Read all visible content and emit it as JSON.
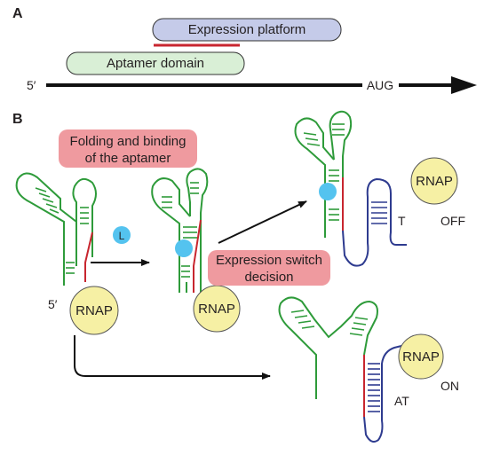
{
  "panel_a": {
    "label": "A",
    "expression_platform": "Expression platform",
    "aptamer_domain": "Aptamer domain",
    "five_prime": "5′",
    "start_codon": "AUG"
  },
  "panel_b": {
    "label": "B",
    "folding_line1": "Folding and binding",
    "folding_line2": "of the aptamer",
    "switch_line1": "Expression switch",
    "switch_line2": "decision",
    "five_prime": "5′",
    "ligand": "L",
    "rnap": "RNAP",
    "terminator": "T",
    "antiterminator": "AT",
    "off_state": "OFF",
    "on_state": "ON"
  },
  "colors": {
    "aptamer_green": "#2e9b3a",
    "platform_red": "#c8262f",
    "platform_blue": "#2e3b8f",
    "expression_box": "#c5cbe9",
    "aptamer_box": "#d9efd6",
    "callout_pink": "#ef9a9f",
    "rnap_fill": "#f6f0a4",
    "ligand_blue": "#54c3ef"
  }
}
